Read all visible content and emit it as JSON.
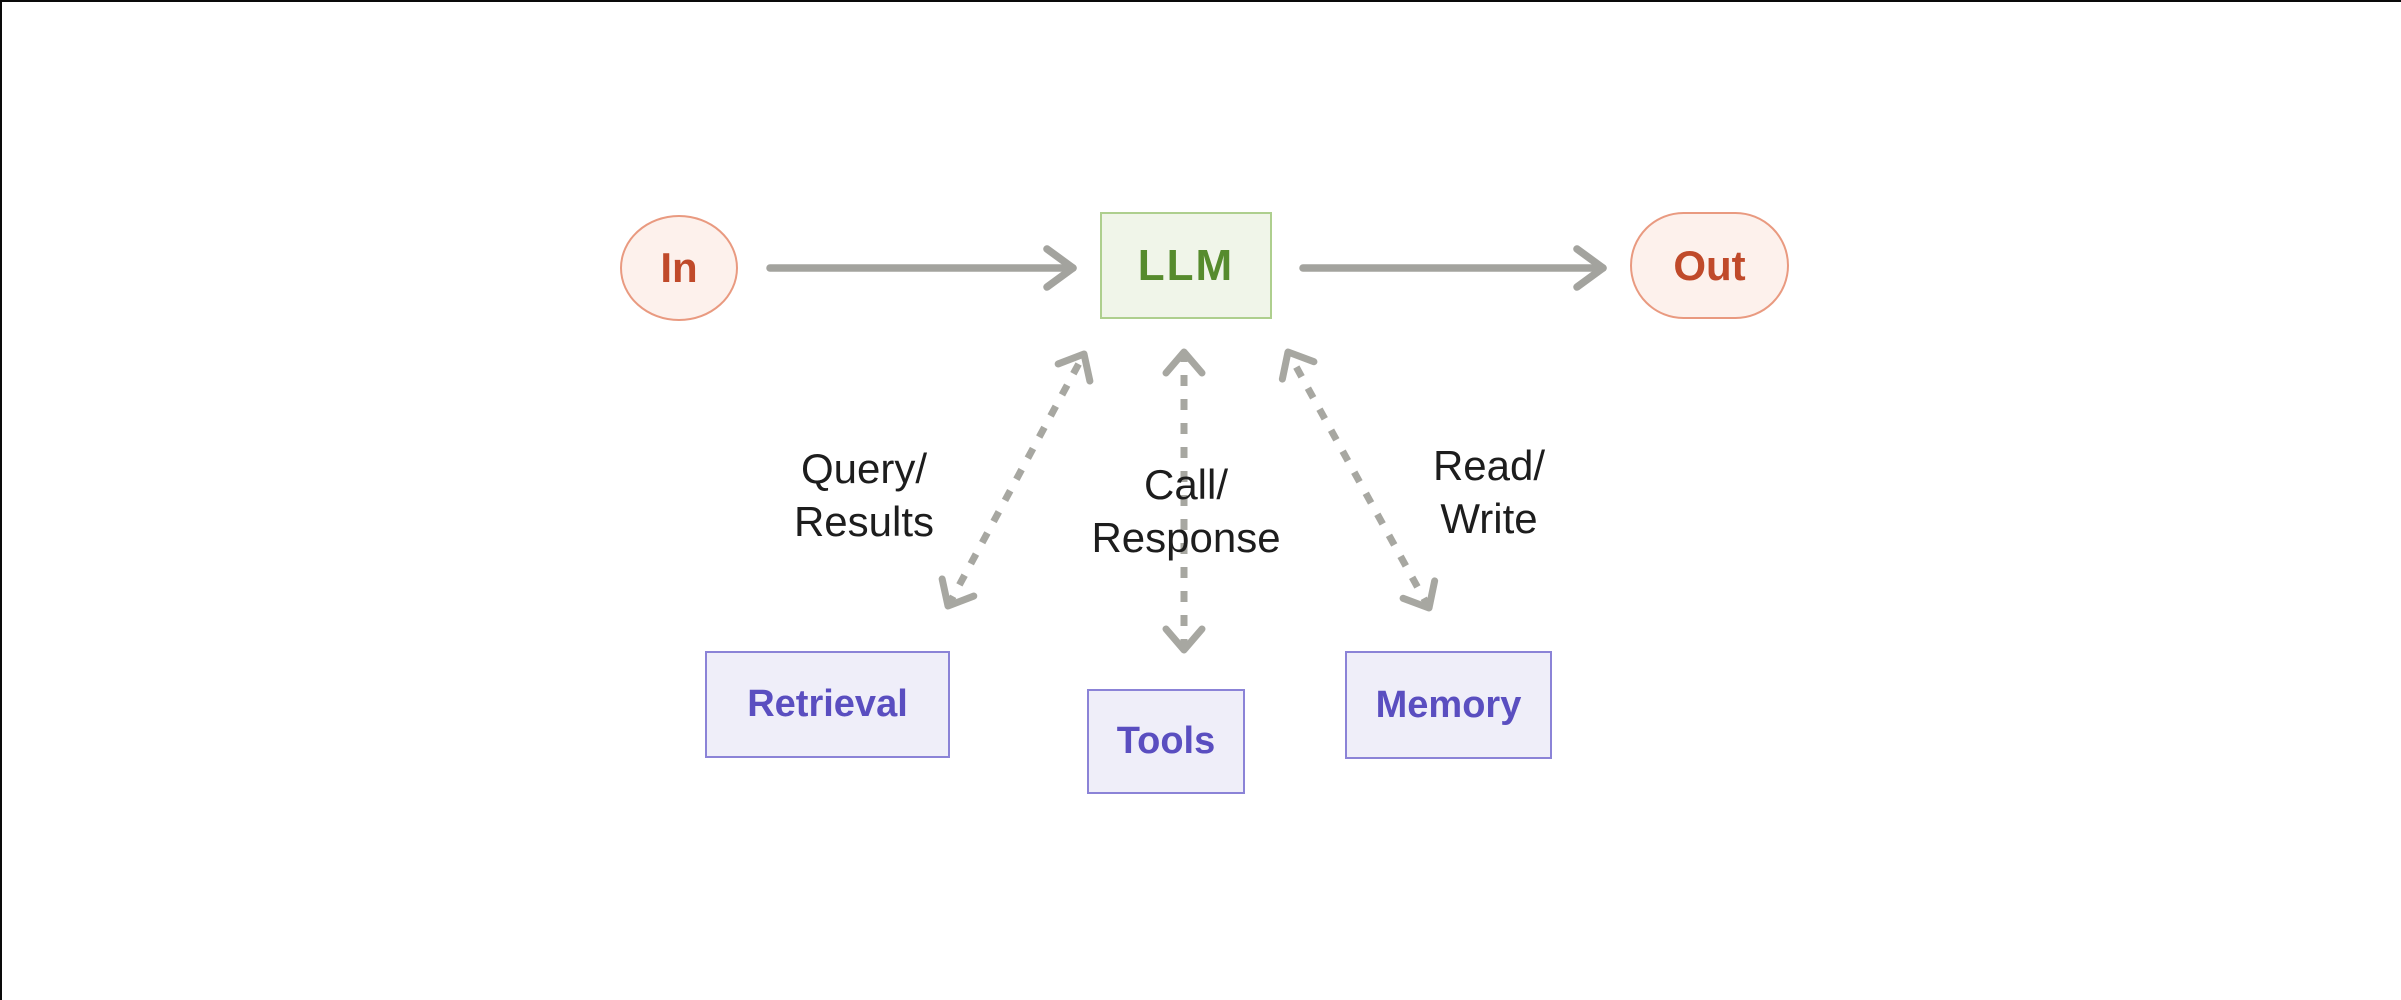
{
  "diagram": {
    "nodes": {
      "in": {
        "label": "In"
      },
      "llm": {
        "label": "LLM"
      },
      "out": {
        "label": "Out"
      },
      "retrieval": {
        "label": "Retrieval"
      },
      "tools": {
        "label": "Tools"
      },
      "memory": {
        "label": "Memory"
      }
    },
    "edge_labels": {
      "query_results": {
        "line1": "Query/",
        "line2": "Results"
      },
      "call_response": {
        "line1": "Call/",
        "line2": "Response"
      },
      "read_write": {
        "line1": "Read/",
        "line2": "Write"
      }
    },
    "edges": [
      {
        "from": "In",
        "to": "LLM",
        "style": "solid-arrow"
      },
      {
        "from": "LLM",
        "to": "Out",
        "style": "solid-arrow"
      },
      {
        "from": "LLM",
        "to": "Retrieval",
        "style": "dashed-bidirectional",
        "label": "Query/Results"
      },
      {
        "from": "LLM",
        "to": "Tools",
        "style": "dashed-bidirectional",
        "label": "Call/Response"
      },
      {
        "from": "LLM",
        "to": "Memory",
        "style": "dashed-bidirectional",
        "label": "Read/Write"
      }
    ],
    "colors": {
      "io_fill": "#fdf1ec",
      "io_border": "#e99a80",
      "io_text": "#c04a2a",
      "llm_fill": "#f0f5e9",
      "llm_border": "#aecf8e",
      "llm_text": "#568b2d",
      "aug_fill": "#efeef9",
      "aug_border": "#8b83d7",
      "aug_text": "#5a4ec0",
      "arrow_solid": "#a3a39e",
      "arrow_dashed": "#a7a7a1",
      "label_text": "#1d1d1d",
      "canvas_bg": "#ffffff",
      "frame": "#0a0a0a"
    }
  }
}
